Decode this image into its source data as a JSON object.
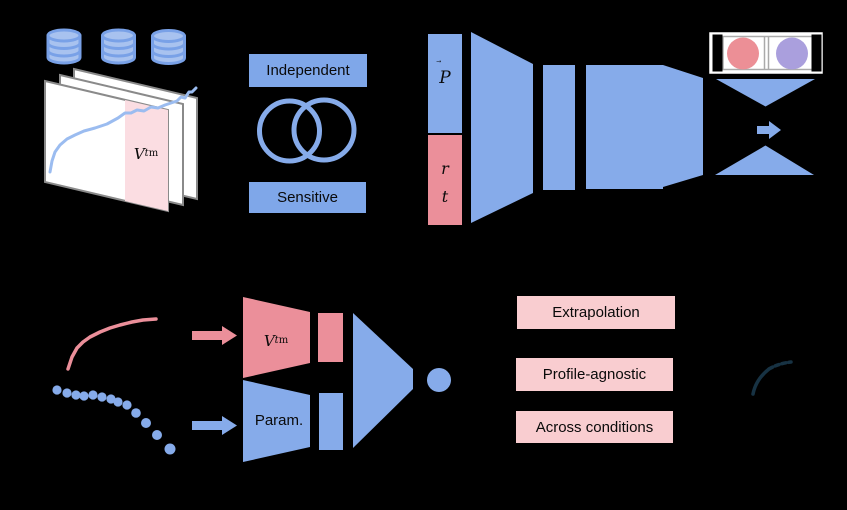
{
  "colors": {
    "background": "#000000",
    "blue": "#86abea",
    "blue_box": "#7fa7e9",
    "blue_icon_fill": "#a8c2ef",
    "blue_icon_stroke": "#79a1e7",
    "curve_blue": "#9bbcf0",
    "pink": "#eb8f9a",
    "pink_box": "#f9cdd0",
    "pink_panel": "#fbdde2",
    "red_circle": "#ec8f96",
    "purple_circle": "#aa9fdd",
    "white": "#ffffff",
    "panel_border": "#8a8a8a",
    "track_border": "#aaaaaa",
    "black": "#000000",
    "dark_curve": "#173243",
    "text": "#0a0a0a"
  },
  "icons": {
    "database": "database-icon",
    "venn": "venn-overlap-icon",
    "right_arrow": "right-arrow-icon",
    "bowtie": "bowtie-decoder-icon"
  },
  "data_stack": {
    "masked_label": {
      "main": "V",
      "sub": "t",
      "sup": "m"
    }
  },
  "venn": {
    "independent": "Independent",
    "sensitive": "Sensitive"
  },
  "encoder": {
    "profile": {
      "main": "P",
      "arrow": "⃗"
    },
    "rate": "r",
    "time": "t"
  },
  "fusion": {
    "voltage_label": {
      "main": "V",
      "sub": "t",
      "sup": "m"
    },
    "param_label": "Param."
  },
  "capabilities": [
    "Extrapolation",
    "Profile-agnostic",
    "Across conditions"
  ]
}
